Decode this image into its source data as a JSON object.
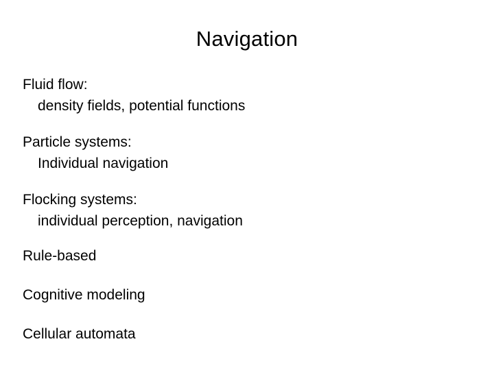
{
  "slide": {
    "title": "Navigation",
    "bullets": [
      {
        "main": "Fluid flow:",
        "sub": "density fields, potential functions"
      },
      {
        "main": "Particle systems:",
        "sub": "Individual navigation"
      },
      {
        "main": "Flocking systems:",
        "sub": "individual perception, navigation"
      },
      {
        "main": "Rule-based",
        "sub": ""
      },
      {
        "main": "Cognitive modeling",
        "sub": ""
      },
      {
        "main": "Cellular automata",
        "sub": ""
      }
    ],
    "colors": {
      "background": "#ffffff",
      "text": "#000000"
    }
  }
}
